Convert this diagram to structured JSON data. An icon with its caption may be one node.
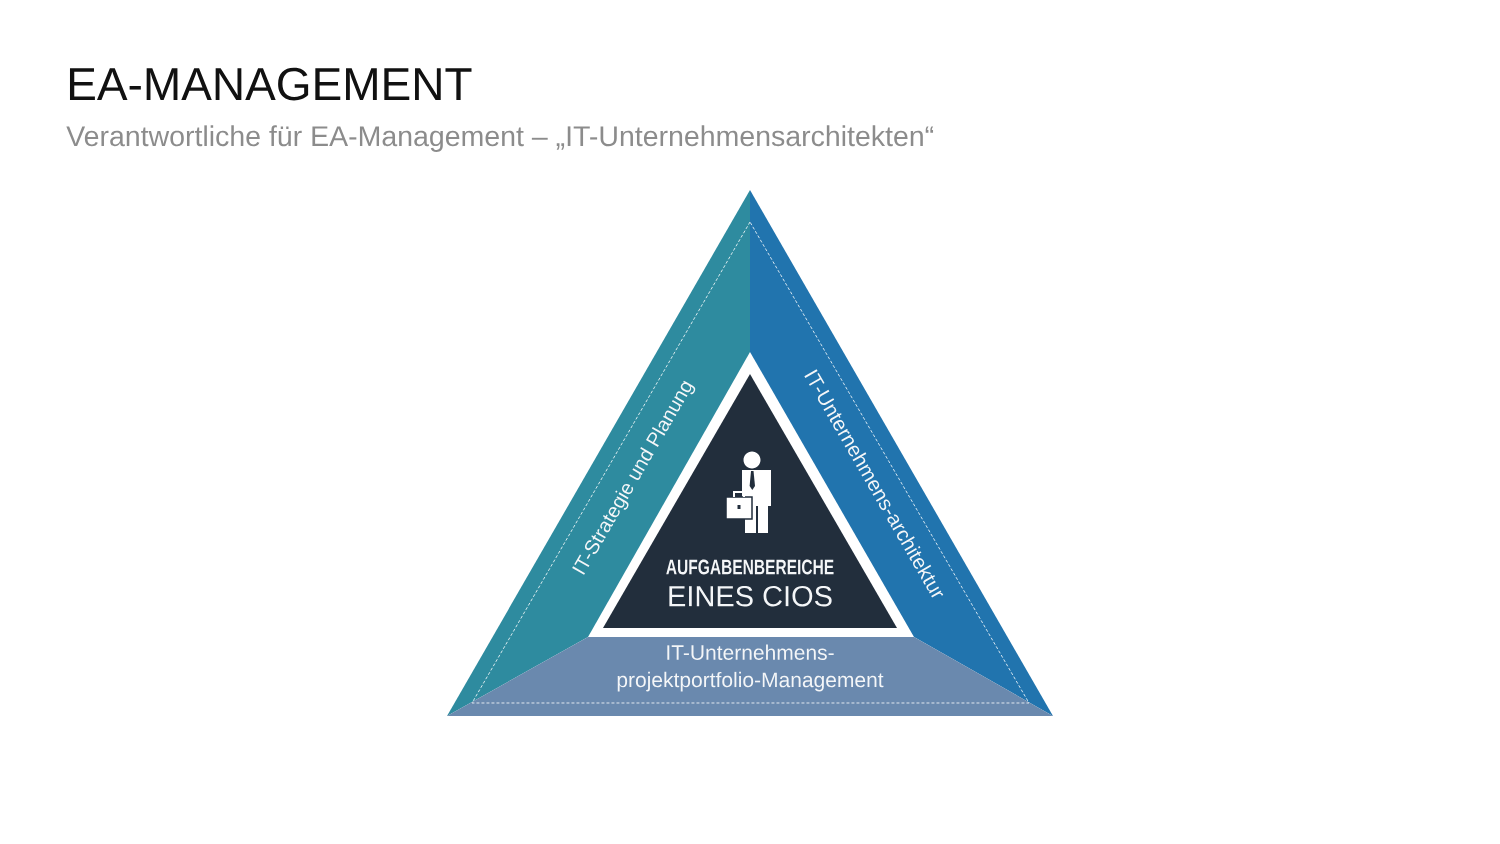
{
  "diagram": {
    "title": "EA-MANAGEMENT",
    "nodes": [
      {
        "text": [
          "IT-Strategie und Planung"
        ]
      },
      {
        "text": [
          "IT-Unternehmens-architektur"
        ]
      },
      {
        "text": [
          "IT-Unternehmens- projektportfolio-Management"
        ]
      },
      {
        "text": [
          "AUFGABENBEREICHE",
          "EINES CIOS"
        ]
      }
    ],
    "labels": [
      "Verantwortliche für EA-Management – „IT-Unternehmensarchitekten“"
    ]
  }
}
